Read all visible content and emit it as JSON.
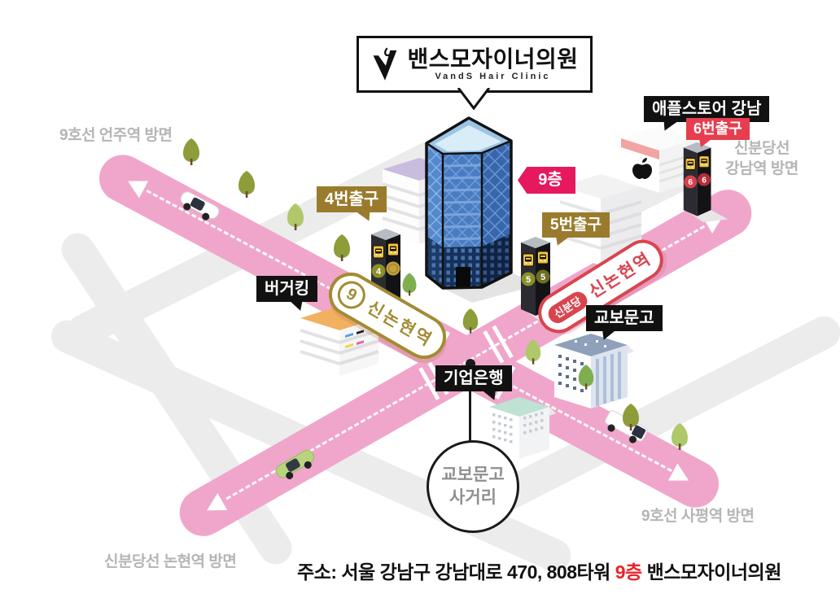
{
  "clinic_sign": {
    "name": "밴스모자이너의원",
    "subtitle": "VandS Hair Clinic"
  },
  "floor_badge": "9층",
  "labels": {
    "apple_store": "애플스토어 강남",
    "burger_king": "버거킹",
    "kyobo": "교보문고",
    "ibk": "기업은행"
  },
  "exits": {
    "exit4_label": "4번출구",
    "exit5_label": "5번출구",
    "exit6_label": "6번출구",
    "pillar4_no": "4",
    "pillar5_no": "5",
    "pillar6_no": "6"
  },
  "stations": {
    "line9_badge": "9",
    "line9_name": "신논현역",
    "shinbundang_badge": "신분당",
    "shinbundang_name": "신논현역"
  },
  "directions": {
    "eonju": "9호선 언주역 방면",
    "gangnam_line1": "신분당선",
    "gangnam_line2": "강남역 방면",
    "sapyeong": "9호선 사평역 방면",
    "nonhyeon": "신분당선 논현역 방면"
  },
  "junction": {
    "line1": "교보문고",
    "line2": "사거리"
  },
  "address": {
    "prefix": "주소: 서울 강남구 강남대로 470, 808타워 ",
    "highlight": "9층",
    "suffix": " 밴스모자이너의원"
  },
  "colors": {
    "road_pink": "#f0a6cb",
    "road_gray": "#ececec",
    "line9_olive": "#a28c33",
    "shinbundang_red": "#d8454f",
    "exit_gold": "#9a7b2e",
    "exit6_red": "#e63e4e",
    "floor_badge_pink": "#e6185e",
    "label_black": "#111111",
    "address_highlight_red": "#e8252b",
    "direction_gray": "#b5b5b5"
  },
  "icons": {
    "clinic_logo": "v-swoosh-logo",
    "apple": "apple-logo",
    "bus": "bus-icon",
    "tree": "tree-icon",
    "car": "car-icon",
    "arrow": "direction-arrow"
  }
}
